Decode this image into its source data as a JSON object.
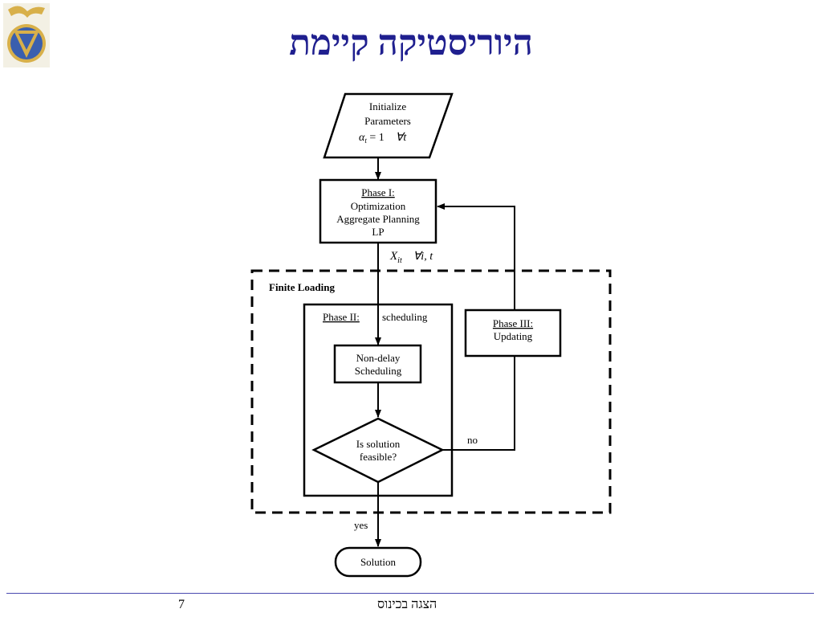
{
  "slide": {
    "title": "היוריסטיקה קיימת",
    "page_number": "7",
    "footer_text": "הצגה בכינוס"
  },
  "flowchart": {
    "init": {
      "line1": "Initialize",
      "line2": "Parameters",
      "formula_alpha": "α",
      "formula_sub": "t",
      "formula_rest": " = 1",
      "formula_forall": "∀t"
    },
    "phase1": {
      "heading": "Phase I:",
      "line1": "Optimization",
      "line2": "Aggregate Planning",
      "line3": "LP"
    },
    "output_label": {
      "var": "X",
      "sub": "it",
      "forall": "∀i, t"
    },
    "finite_loading": "Finite Loading",
    "phase2": {
      "heading": "Phase II:",
      "sub": "scheduling"
    },
    "non_delay": {
      "line1": "Non-delay",
      "line2": "Scheduling"
    },
    "decision": {
      "line1": "Is solution",
      "line2": "feasible?"
    },
    "phase3": {
      "heading": "Phase III:",
      "line1": "Updating"
    },
    "no_label": "no",
    "yes_label": "yes",
    "solution": "Solution"
  },
  "colors": {
    "title": "#1f1f8f",
    "footer_rule": "#4a4ab0",
    "logo_blue": "#3a5fae",
    "logo_gold": "#d8b04a"
  }
}
